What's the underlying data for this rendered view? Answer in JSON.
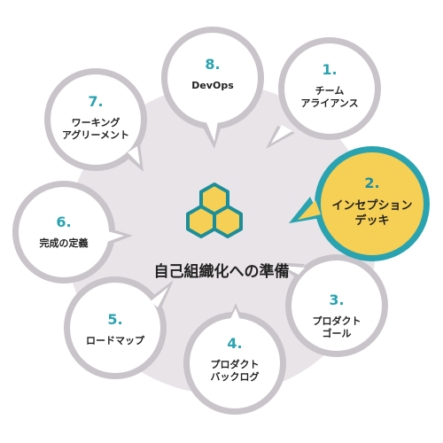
{
  "diagram": {
    "title": "自己組織化への準備",
    "accent_color": "#2aa3b0",
    "highlight_fill": "#f6cf55",
    "hub_color": "#e9e4e8",
    "icon": "honeycomb-icon",
    "nodes": [
      {
        "number": "1.",
        "label": "チーム\nアライアンス"
      },
      {
        "number": "2.",
        "label": "インセプション\nデッキ",
        "highlighted": true
      },
      {
        "number": "3.",
        "label": "プロダクト\nゴール"
      },
      {
        "number": "4.",
        "label": "プロダクト\nバックログ"
      },
      {
        "number": "5.",
        "label": "ロードマップ"
      },
      {
        "number": "6.",
        "label": "完成の定義"
      },
      {
        "number": "7.",
        "label": "ワーキング\nアグリーメント"
      },
      {
        "number": "8.",
        "label": "DevOps"
      }
    ]
  }
}
